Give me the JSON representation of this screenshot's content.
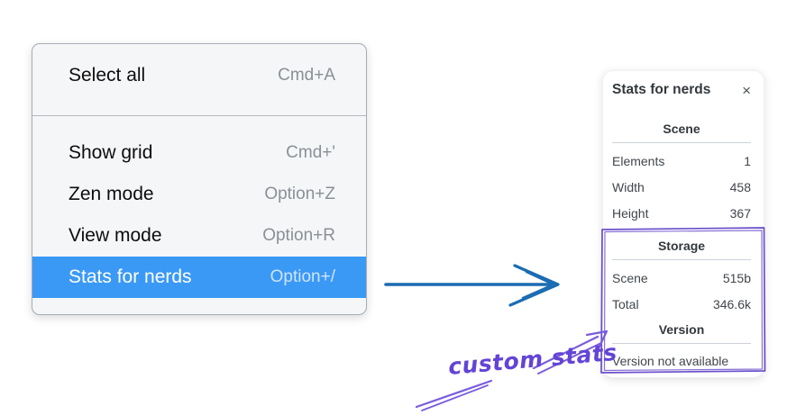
{
  "menu": {
    "sections": [
      {
        "items": [
          {
            "label": "Select all",
            "shortcut": "Cmd+A"
          }
        ]
      },
      {
        "items": [
          {
            "label": "Show grid",
            "shortcut": "Cmd+'"
          },
          {
            "label": "Zen mode",
            "shortcut": "Option+Z"
          },
          {
            "label": "View mode",
            "shortcut": "Option+R"
          },
          {
            "label": "Stats for nerds",
            "shortcut": "Option+/",
            "highlighted": true
          }
        ]
      }
    ],
    "highlight_color": "#3b99f6"
  },
  "stats_panel": {
    "title": "Stats for nerds",
    "close_icon": "×",
    "sections": [
      {
        "heading": "Scene",
        "rows": [
          {
            "label": "Elements",
            "value": "1"
          },
          {
            "label": "Width",
            "value": "458"
          },
          {
            "label": "Height",
            "value": "367"
          }
        ]
      },
      {
        "heading": "Storage",
        "rows": [
          {
            "label": "Scene",
            "value": "515b"
          },
          {
            "label": "Total",
            "value": "346.6k"
          }
        ]
      },
      {
        "heading": "Version",
        "note": "Version not available"
      }
    ]
  },
  "annotation": {
    "label": "custom stats",
    "text_color": "#6344d5",
    "stroke_color": "#7a5cdd",
    "box_color": "#6a4ecb"
  },
  "flow_arrow": {
    "color": "#1b6cb3"
  }
}
